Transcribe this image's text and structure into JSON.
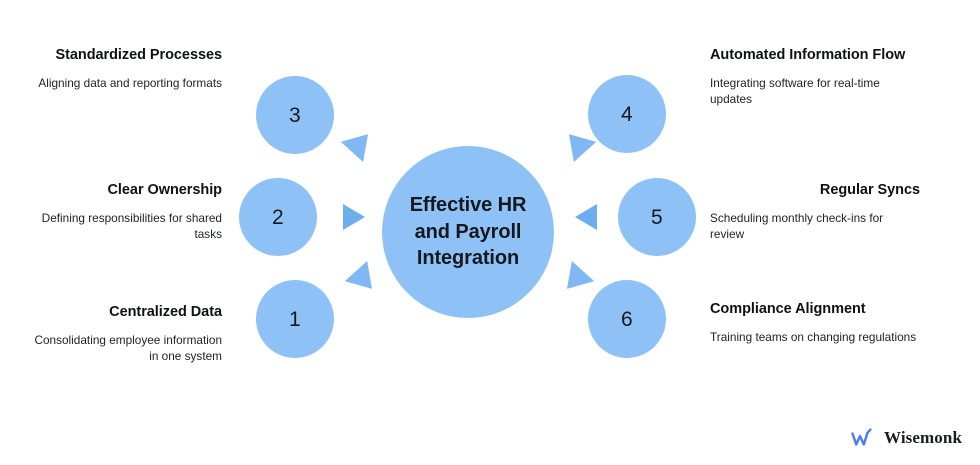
{
  "hub": {
    "title_lines": [
      "Effective HR",
      "and Payroll",
      "Integration"
    ],
    "title": "Effective HR and Payroll Integration"
  },
  "theme": {
    "circle_fill": "#8ec2f6",
    "arrow_fill": "#7fb8f3",
    "arrow_fill_horizontal": "#6daeef",
    "background": "#ffffff",
    "heading_color": "#0f1115",
    "body_color": "#1d2026",
    "brand_mark_color": "#4a7ef0"
  },
  "nodes": [
    {
      "number": "3",
      "side": "left",
      "position": "top"
    },
    {
      "number": "2",
      "side": "left",
      "position": "middle"
    },
    {
      "number": "1",
      "side": "left",
      "position": "bottom"
    },
    {
      "number": "4",
      "side": "right",
      "position": "top"
    },
    {
      "number": "5",
      "side": "right",
      "position": "middle"
    },
    {
      "number": "6",
      "side": "right",
      "position": "bottom"
    }
  ],
  "labels": {
    "left_top": {
      "heading": "Standardized Processes",
      "description": "Aligning data and reporting formats"
    },
    "left_middle": {
      "heading": "Clear Ownership",
      "description": "Defining responsibilities for shared tasks"
    },
    "left_bottom": {
      "heading": "Centralized Data",
      "description": "Consolidating employee information in one system"
    },
    "right_top": {
      "heading": "Automated Information Flow",
      "description": "Integrating software for real-time updates"
    },
    "right_middle": {
      "heading": "Regular Syncs",
      "description": "Scheduling monthly check-ins for review"
    },
    "right_bottom": {
      "heading": "Compliance Alignment",
      "description": "Training teams on changing regulations"
    }
  },
  "arrows": [
    {
      "name": "arrow-from-node-3",
      "direction": "up-right"
    },
    {
      "name": "arrow-from-node-2",
      "direction": "right"
    },
    {
      "name": "arrow-from-node-1",
      "direction": "down-right"
    },
    {
      "name": "arrow-from-node-4",
      "direction": "up-left"
    },
    {
      "name": "arrow-from-node-5",
      "direction": "left"
    },
    {
      "name": "arrow-from-node-6",
      "direction": "down-left"
    }
  ],
  "brand": {
    "name": "Wisemonk",
    "mark": "wisemonk-w-icon"
  }
}
